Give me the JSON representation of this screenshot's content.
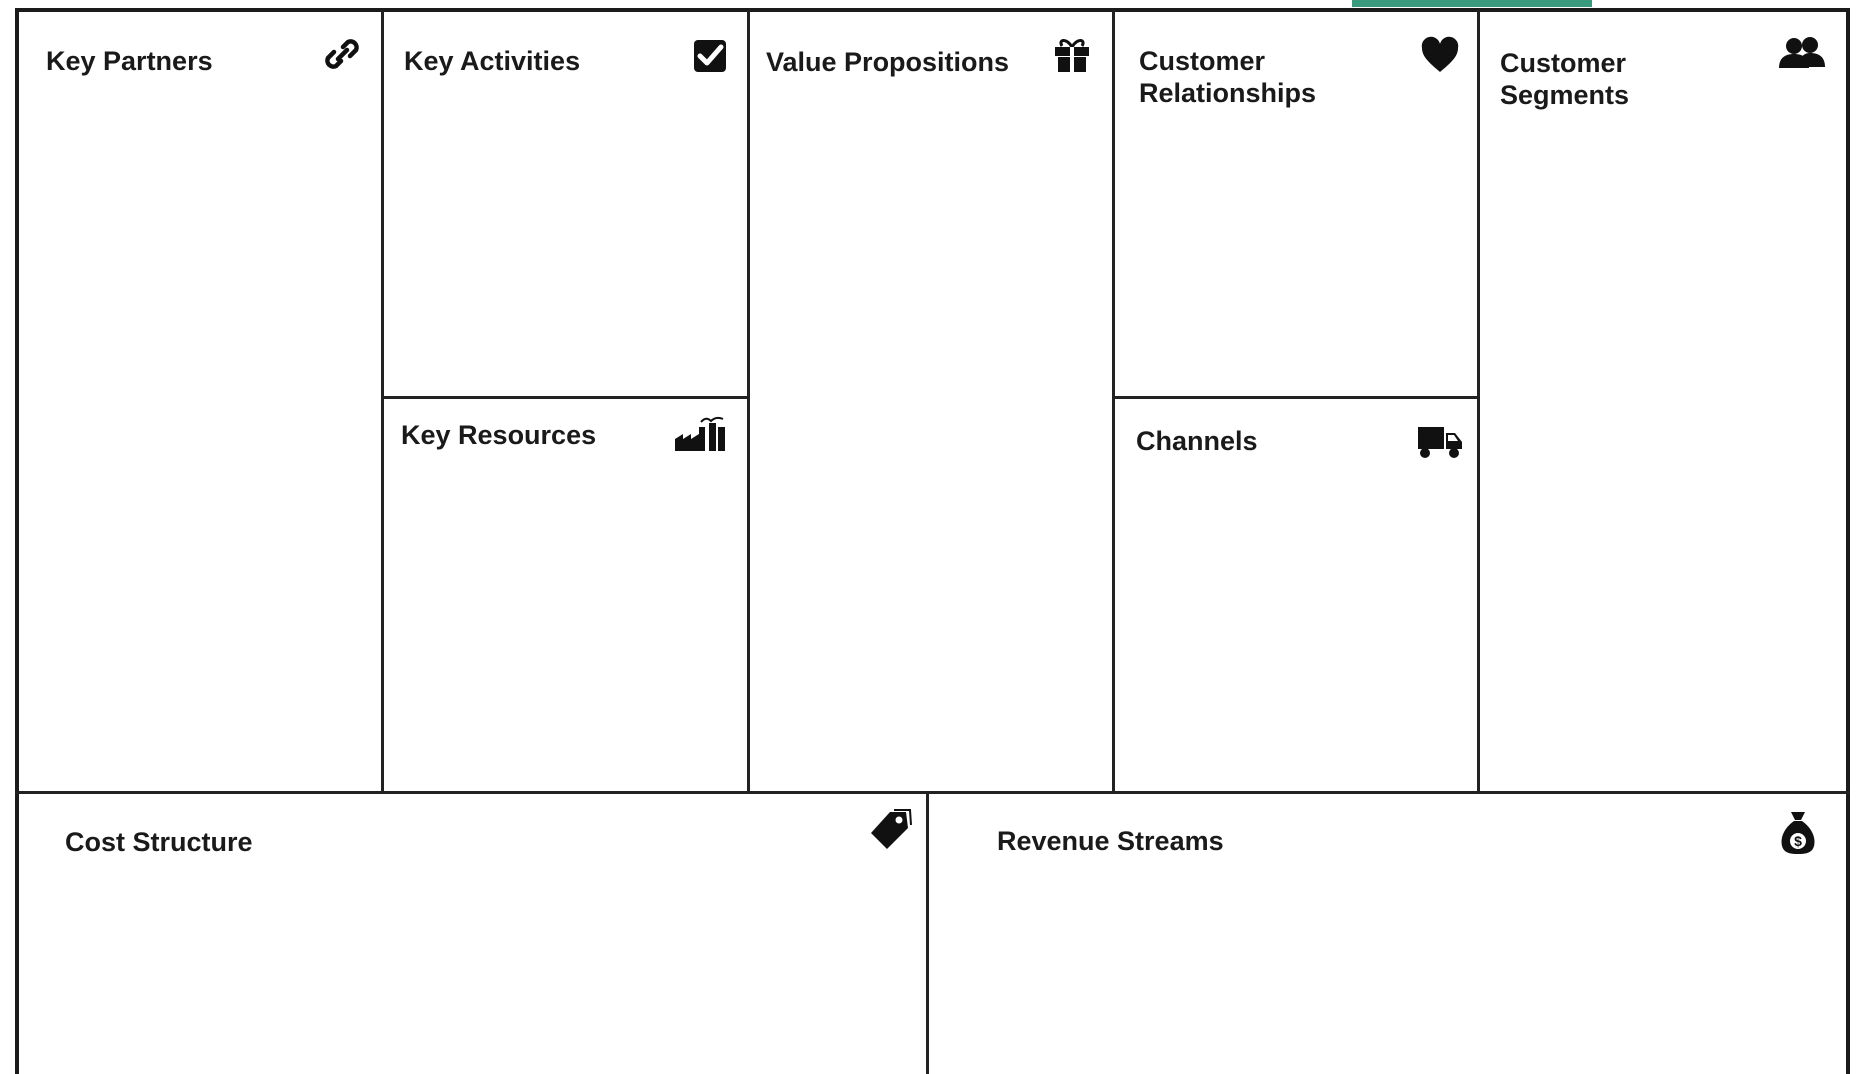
{
  "canvas": {
    "blocks": {
      "key_partners": {
        "title": "Key Partners",
        "icon": "link-icon"
      },
      "key_activities": {
        "title": "Key Activities",
        "icon": "checkbox-icon"
      },
      "key_resources": {
        "title": "Key Resources",
        "icon": "factory-icon"
      },
      "value_propositions": {
        "title": "Value Propositions",
        "icon": "gift-icon"
      },
      "customer_relationships": {
        "title": "Customer\nRelationships",
        "icon": "heart-icon"
      },
      "channels": {
        "title": "Channels",
        "icon": "truck-icon"
      },
      "customer_segments": {
        "title": "Customer\nSegments",
        "icon": "users-icon"
      },
      "cost_structure": {
        "title": "Cost Structure",
        "icon": "price-tag-icon"
      },
      "revenue_streams": {
        "title": "Revenue Streams",
        "icon": "money-bag-icon"
      }
    },
    "colors": {
      "border": "#1b1b1b",
      "accent_tab": "#3a9a7e",
      "background": "#ffffff"
    }
  }
}
